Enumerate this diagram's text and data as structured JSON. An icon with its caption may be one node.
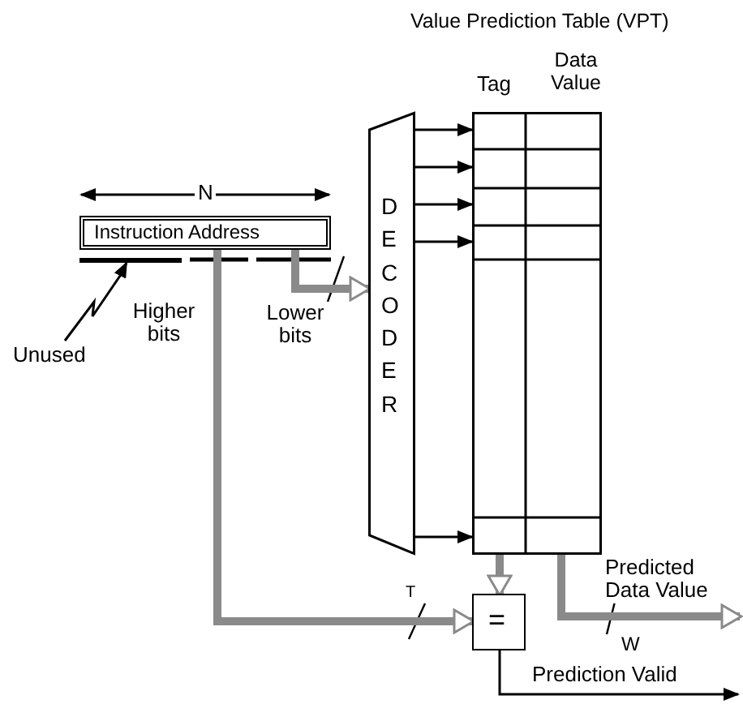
{
  "diagram": {
    "title": "Value Prediction Table (VPT)",
    "nodes": [
      {
        "text": [
          "Instruction Address"
        ]
      },
      {
        "text": [
          "DECODER"
        ]
      },
      {
        "text": [],
        "shape": "box"
      },
      {
        "text": [
          "="
        ]
      },
      {
        "text": [
          "Unused"
        ]
      },
      {
        "text": [],
        "shape": "bar"
      }
    ],
    "edges": [
      {
        "from": 0,
        "to": 1,
        "arrow": "to",
        "style": "thick",
        "label": "Lower bits",
        "color": "#8a8a8a"
      },
      {
        "from": 1,
        "to": 2,
        "arrow": "to"
      },
      {
        "from": 1,
        "to": 2,
        "arrow": "to"
      },
      {
        "from": 1,
        "to": 2,
        "arrow": "to"
      },
      {
        "from": 1,
        "to": 2,
        "arrow": "to"
      },
      {
        "from": 1,
        "to": 2,
        "arrow": "to"
      },
      {
        "from": 0,
        "to": 3,
        "arrow": "to",
        "style": "thick",
        "label": "Higher bits",
        "color": "#8a8a8a"
      },
      {
        "from": 2,
        "to": 3,
        "arrow": "to",
        "style": "thick",
        "color": "#8a8a8a"
      },
      {
        "from": 2,
        "to": null,
        "arrow": "to",
        "style": "thick",
        "label": "Predicted Data Value",
        "color": "#8a8a8a"
      },
      {
        "from": 3,
        "to": null,
        "arrow": "to",
        "label": "Prediction Valid"
      },
      {
        "from": 4,
        "to": 5,
        "arrow": "to"
      }
    ],
    "labels": [
      "N",
      "Tag",
      "Data Value",
      "T",
      "W"
    ]
  }
}
